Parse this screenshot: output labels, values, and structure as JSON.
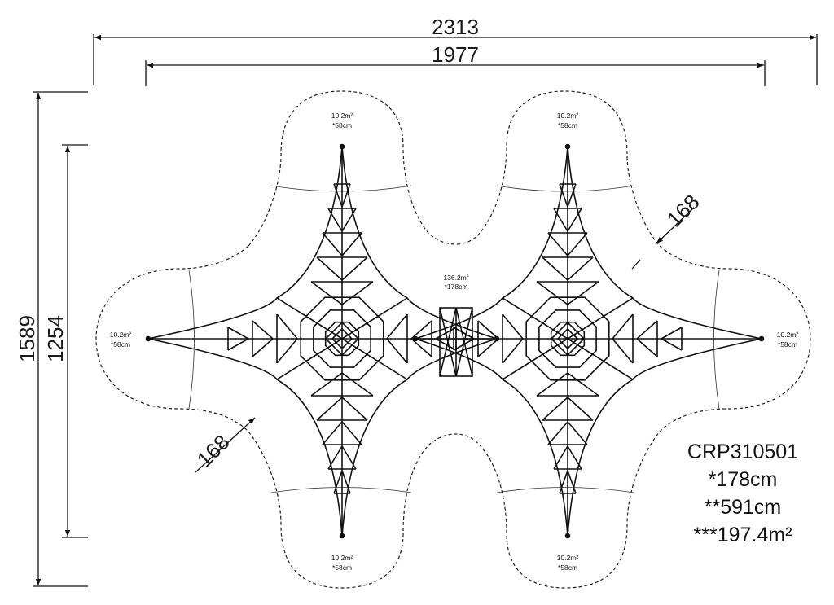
{
  "dimensions": {
    "overall_width": "2313",
    "structure_width": "1977",
    "overall_height": "1589",
    "structure_height": "1254",
    "clearance_upper_right": "168",
    "clearance_lower_left": "168"
  },
  "zones": {
    "top_left": {
      "area": "10.2m²",
      "height": "*58cm"
    },
    "top_right": {
      "area": "10.2m²",
      "height": "*58cm"
    },
    "left": {
      "area": "10.2m²",
      "height": "*58cm"
    },
    "right": {
      "area": "10.2m²",
      "height": "*58cm"
    },
    "bottom_left": {
      "area": "10.2m²",
      "height": "*58cm"
    },
    "bottom_right": {
      "area": "10.2m²",
      "height": "*58cm"
    },
    "center": {
      "area": "136.2m²",
      "height": "*178cm"
    }
  },
  "product": {
    "code": "CRP310501",
    "free_fall_height": "*178cm",
    "max_height": "**591cm",
    "safety_area": "***197.4m²"
  }
}
